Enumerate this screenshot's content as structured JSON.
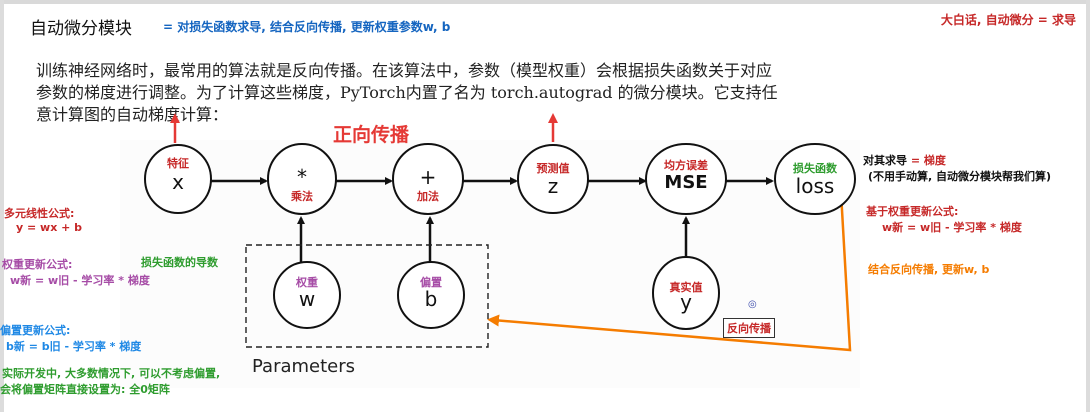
{
  "header": {
    "title": "自动微分模块",
    "title_note": "= 对损失函数求导, 结合反向传播, 更新权重参数w, b",
    "top_right_note": "大白话, 自动微分 = 求导"
  },
  "paragraph": {
    "line1": "训练神经网络时，最常用的算法就是反向传播。在该算法中，参数（模型权重）会根据损失函数关于对应",
    "line2": "参数的梯度进行调整。为了计算这些梯度，PyTorch内置了名为 torch.autograd 的微分模块。它支持任",
    "line3": "意计算图的自动梯度计算："
  },
  "diagram": {
    "forward_title": "正向传播",
    "nodes": {
      "x": {
        "sub": "特征",
        "main": "x"
      },
      "mul": {
        "main": "*",
        "sub": "乘法"
      },
      "add": {
        "main": "+",
        "sub": "加法"
      },
      "z": {
        "sub": "预测值",
        "main": "z"
      },
      "mse": {
        "sub": "均方误差",
        "main": "MSE"
      },
      "loss": {
        "sub": "损失函数",
        "main": "loss"
      },
      "w": {
        "sub": "权重",
        "main": "w"
      },
      "b": {
        "sub": "偏置",
        "main": "b"
      },
      "y": {
        "sub": "真实值",
        "main": "y"
      }
    },
    "parameters_label": "Parameters",
    "backprop_label": "反向传播"
  },
  "notes": {
    "derivative_line1_prefix": "对其求导",
    "derivative_line1_suffix": "= 梯度",
    "derivative_line2": "(不用手动算, 自动微分模块帮我们算)",
    "weight_update_title": "基于权重更新公式:",
    "weight_update_formula": "w新 = w旧 - 学习率 * 梯度",
    "backprop_update": "结合反向传播, 更新w, b",
    "linear_title": "多元线性公式:",
    "linear_formula": "y = wx + b",
    "w_update_title": "权重更新公式:",
    "w_update_formula": "w新 = w旧 - 学习率 * 梯度",
    "loss_derivative": "损失函数的导数",
    "b_update_title": "偏置更新公式:",
    "b_update_formula": "b新 = b旧 - 学习率 * 梯度",
    "practice_line1": "实际开发中, 大多数情况下, 可以不考虑偏置,",
    "practice_line2": "会将偏置矩阵直接设置为: 全0矩阵"
  },
  "colors": {
    "red": "#c62828",
    "purple": "#a64ca6",
    "green": "#2e9c2e",
    "blue": "#1e88e5",
    "orange": "#f57c00"
  }
}
